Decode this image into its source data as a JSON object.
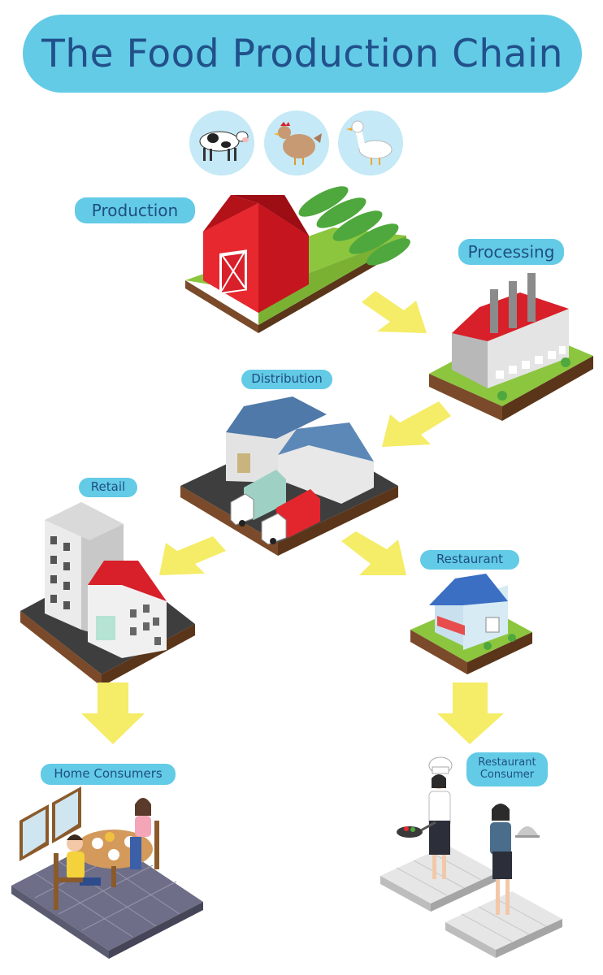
{
  "title": "The Food Production Chain",
  "labels": {
    "production": "Production",
    "processing": "Processing",
    "distribution": "Distribution",
    "retail": "Retail",
    "restaurant": "Restaurant",
    "home_consumers": "Home Consumers",
    "restaurant_consumer_line1": "Restaurant",
    "restaurant_consumer_line2": "Consumer"
  },
  "animals": [
    "cow-icon",
    "chicken-icon",
    "duck-icon"
  ],
  "colors": {
    "title_bg": "#63cbe6",
    "title_text": "#21508a",
    "arrow": "#f5ec67",
    "barn_red": "#d8202a",
    "grass": "#8cc63f"
  }
}
